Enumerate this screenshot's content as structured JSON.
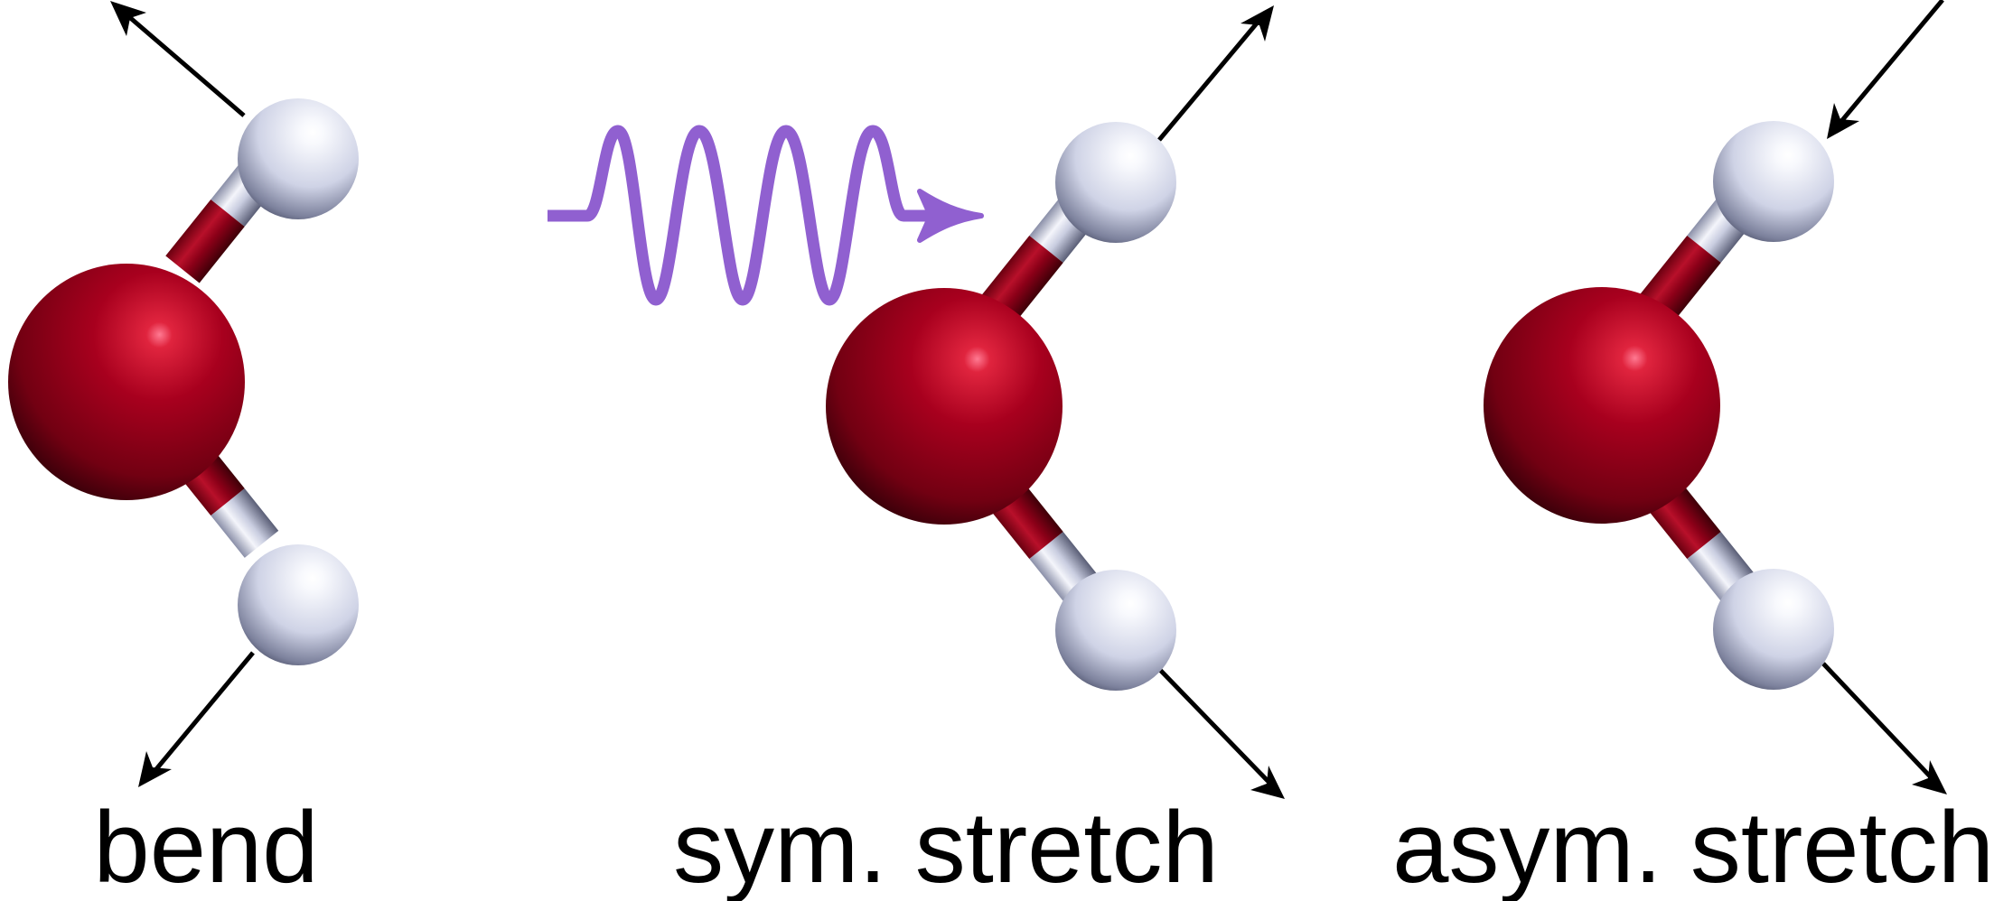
{
  "modes": [
    {
      "label": "bend"
    },
    {
      "label": "sym. stretch"
    },
    {
      "label": "asym. stretch"
    }
  ],
  "colors": {
    "oxygen": "#a0001c",
    "hydrogen": "#e9ebf5",
    "arrow": "#000000",
    "photon": "#9060d0",
    "background": "#ffffff"
  },
  "icons": [
    "photon-wave-icon",
    "displacement-arrow-icon"
  ]
}
